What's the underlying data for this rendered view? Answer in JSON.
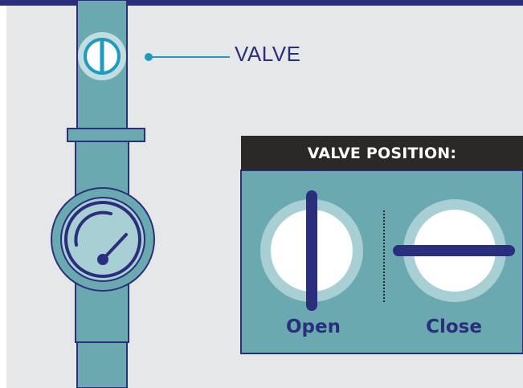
{
  "callout": {
    "label": "VALVE"
  },
  "panel": {
    "header": "VALVE POSITION:",
    "positions": [
      {
        "label": "Open",
        "handle": "vertical-bar-handle"
      },
      {
        "label": "Close",
        "handle": "horizontal-bar-handle"
      }
    ]
  },
  "colors": {
    "background": "#e6e7e8",
    "top_bar": "#2a2e7c",
    "pipe": "#6aa9b0",
    "outline": "#2a2e7c",
    "panel_header": "#2b2828",
    "knob_ring": "#a8cfd4",
    "knob_face": "#ffffff",
    "handle": "#2a2e7c",
    "callout_line": "#1e9bbf"
  },
  "icons": {
    "valve": "valve-handle-icon",
    "gauge": "pressure-gauge-icon"
  }
}
